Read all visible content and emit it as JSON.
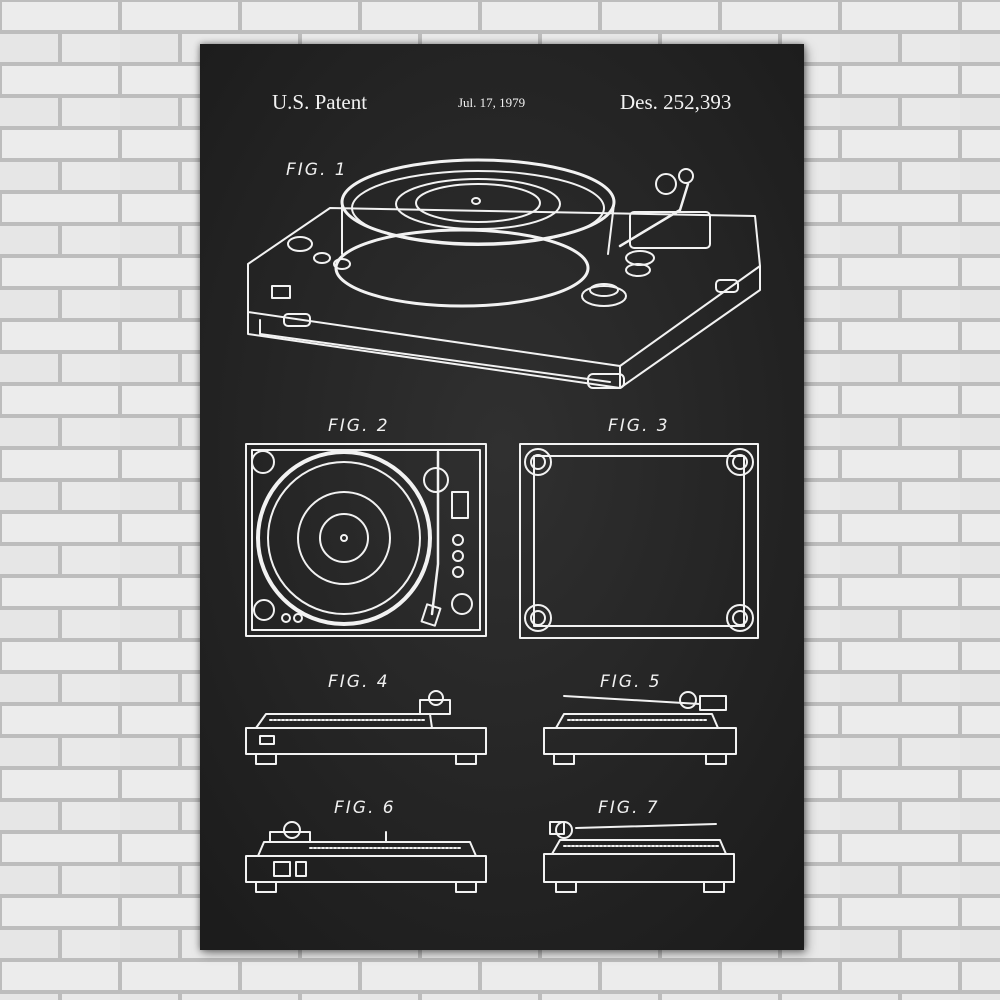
{
  "header": {
    "left": "U.S. Patent",
    "date": "Jul. 17, 1979",
    "patent_number": "Des. 252,393"
  },
  "figures": {
    "fig1": "FIG. 1",
    "fig2": "FIG. 2",
    "fig3": "FIG. 3",
    "fig4": "FIG. 4",
    "fig5": "FIG. 5",
    "fig6": "FIG. 6",
    "fig7": "FIG. 7"
  },
  "colors": {
    "wall_brick": "#ececec",
    "wall_mortar": "#bdbdbd",
    "chalkboard": "#262626",
    "chalk_line": "#f2f2f2"
  }
}
